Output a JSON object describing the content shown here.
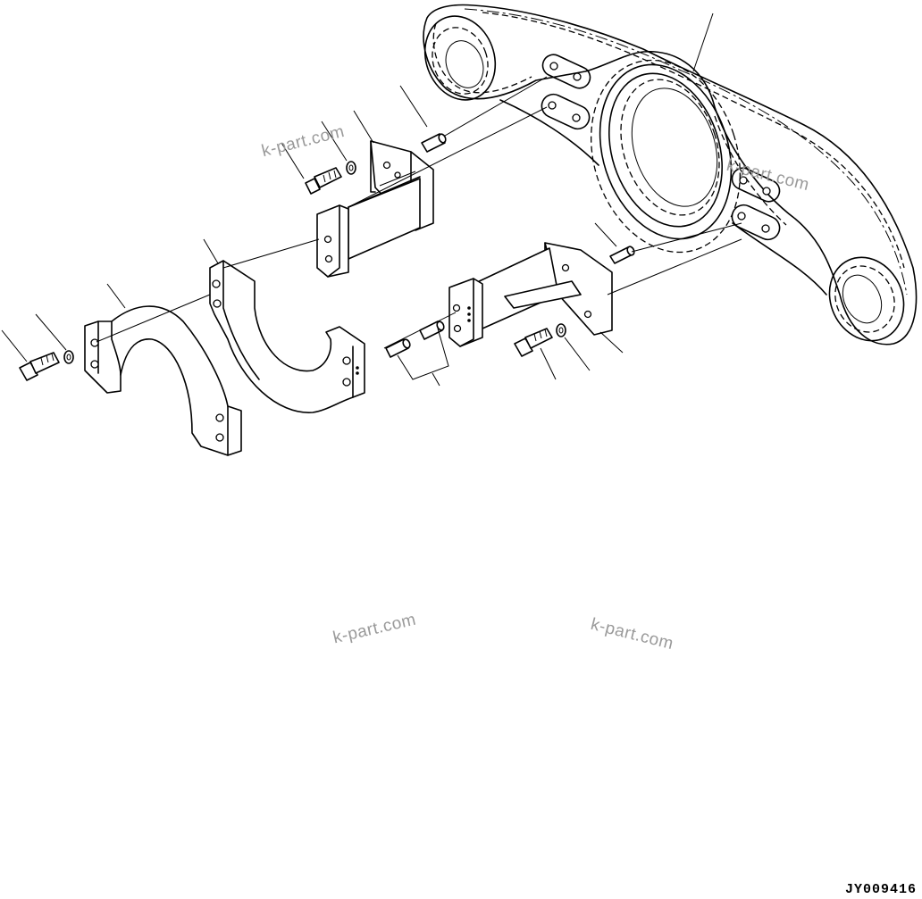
{
  "drawing_code": "JY009416",
  "watermark": "k-part.com",
  "parts": [
    {
      "name": "equalizer-bar"
    },
    {
      "name": "upper-bracket"
    },
    {
      "name": "lower-bracket"
    },
    {
      "name": "inner-half-ring-clamp"
    },
    {
      "name": "outer-half-ring-clamp"
    },
    {
      "name": "bolt"
    },
    {
      "name": "washer"
    },
    {
      "name": "dowel-pin"
    }
  ]
}
